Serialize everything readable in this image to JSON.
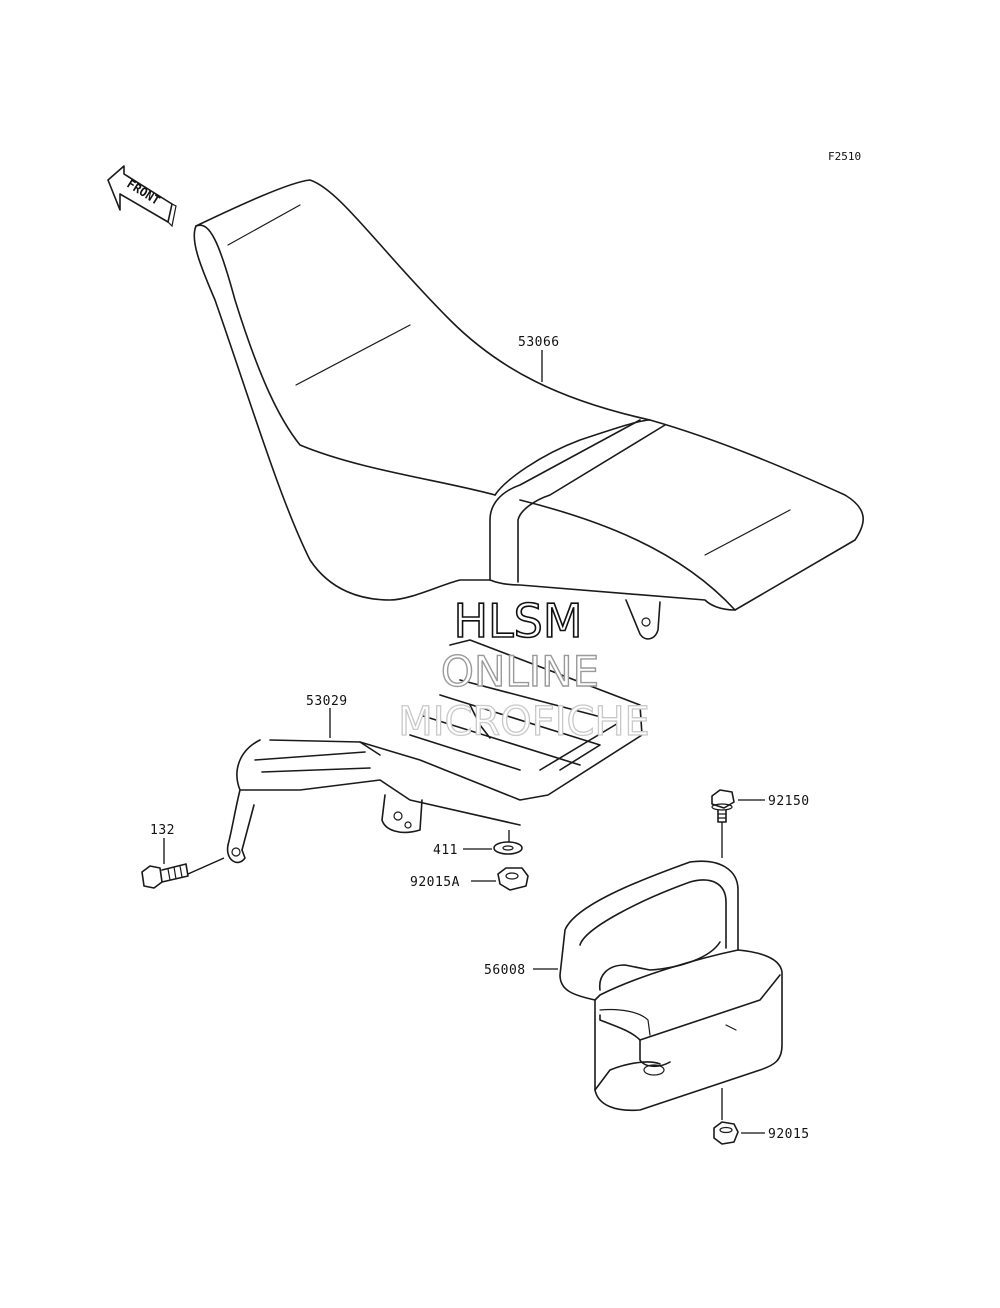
{
  "figure_code": "F2510",
  "front_marker": "FRONT",
  "watermark": {
    "line1": "HLSM",
    "line2": "ONLINE",
    "line3": "MICROFICHE"
  },
  "parts": {
    "seat": "53066",
    "carrier": "53029",
    "bolt_132": "132",
    "washer": "411",
    "nut_a": "92015A",
    "bolt_92150": "92150",
    "box": "56008",
    "nut": "92015"
  }
}
